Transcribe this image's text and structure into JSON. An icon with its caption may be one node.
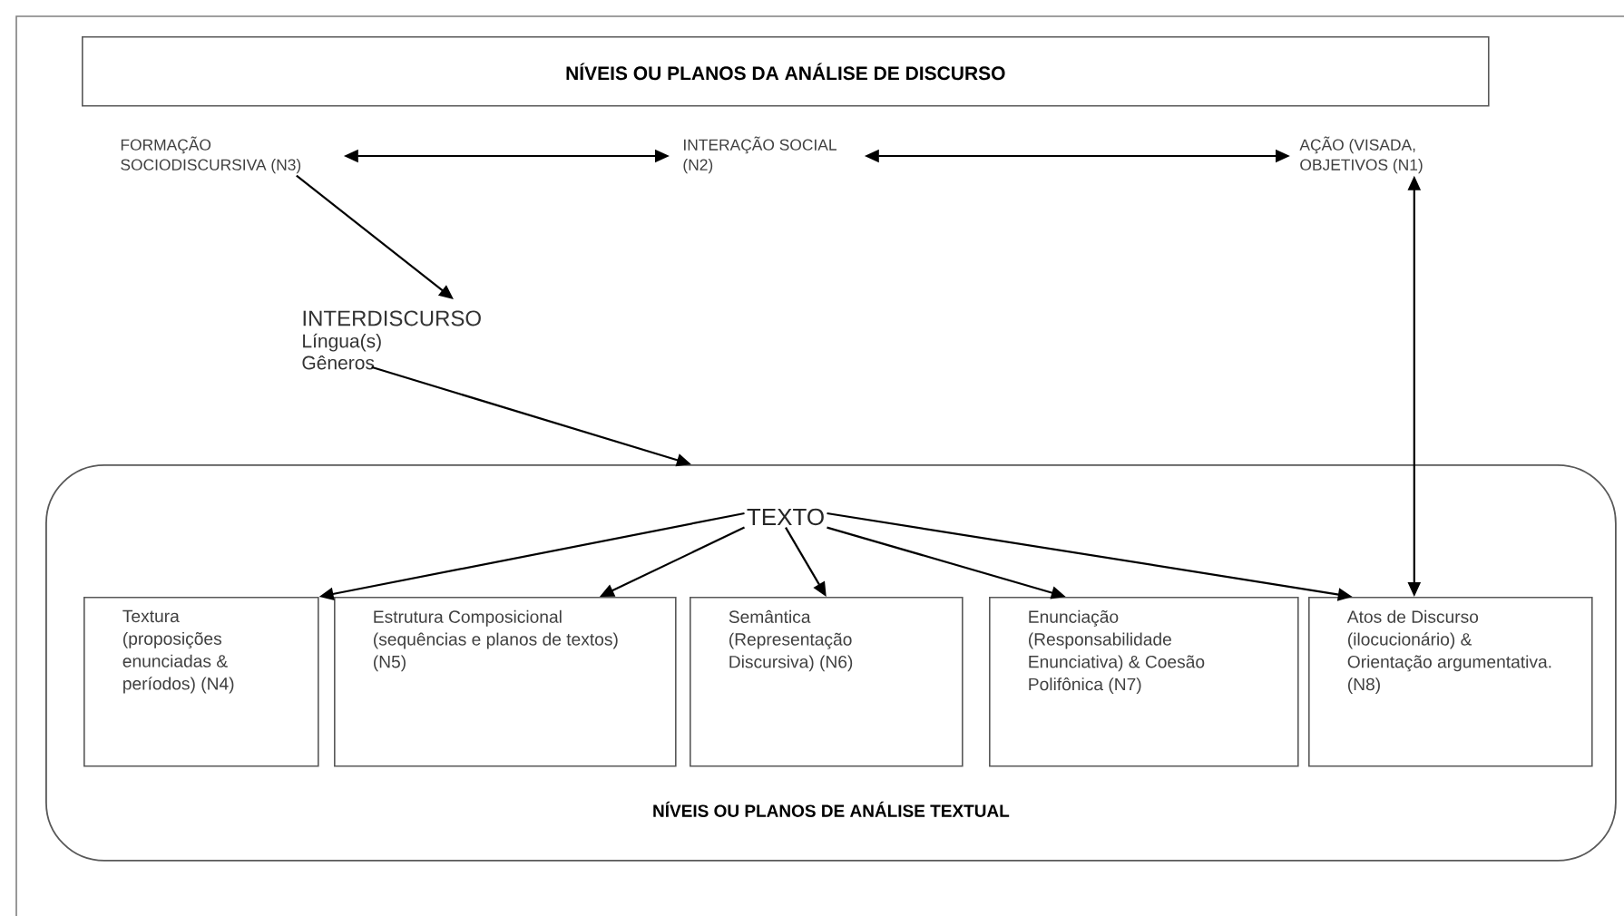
{
  "diagram": {
    "nodes": [
      {
        "text": [
          "NÍVEIS OU PLANOS DA ANÁLISE DE DISCURSO"
        ]
      },
      {
        "text": [
          "FORMAÇÃO SOCIODISCURSIVA (N3)"
        ]
      },
      {
        "text": [
          "INTERAÇÃO SOCIAL (N2)"
        ]
      },
      {
        "text": [
          "AÇÃO (VISADA, OBJETIVOS (N1)"
        ]
      },
      {
        "text": [
          "INTERDISCURSO",
          "Língua(s)",
          "Gêneros"
        ]
      },
      {
        "text": [
          "NÍVEIS OU PLANOS DE ANÁLISE TEXTUAL"
        ]
      },
      {
        "text": [
          "TEXTO"
        ],
        "in": 5
      },
      {
        "text": [
          "Textura (proposições enunciadas & períodos) (N4)"
        ],
        "in": 5
      },
      {
        "text": [
          "Estrutura Composicional (sequências e planos de textos) (N5)"
        ],
        "in": 5
      },
      {
        "text": [
          "Semântica (Representação Discursiva) (N6)"
        ],
        "in": 5
      },
      {
        "text": [
          "Enunciação (Responsabilidade Enunciativa) & Coesão Polifônica (N7)"
        ],
        "in": 5
      },
      {
        "text": [
          "Atos de Discurso (ilocucionário) & Orientação argumentativa. (N8)"
        ],
        "in": 5
      }
    ],
    "edges": [
      {
        "from": 1,
        "to": 2,
        "arrow": "both"
      },
      {
        "from": 2,
        "to": 3,
        "arrow": "both"
      },
      {
        "from": 1,
        "to": 4,
        "arrow": "to"
      },
      {
        "from": 4,
        "to": 5,
        "arrow": "to"
      },
      {
        "from": 6,
        "to": 7,
        "arrow": "to"
      },
      {
        "from": 6,
        "to": 8,
        "arrow": "to"
      },
      {
        "from": 6,
        "to": 9,
        "arrow": "to"
      },
      {
        "from": 6,
        "to": 10,
        "arrow": "to"
      },
      {
        "from": 6,
        "to": 11,
        "arrow": "to"
      },
      {
        "from": 11,
        "to": 3,
        "arrow": "both"
      }
    ]
  }
}
